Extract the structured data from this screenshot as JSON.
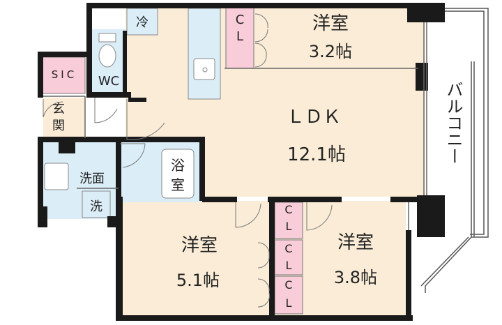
{
  "colors": {
    "wall": "#1a1a1a",
    "floor": "#faecd6",
    "wet_area": "#dbeef8",
    "closet": "#f8ccd8",
    "balcony": "#ffffff",
    "line": "#555555"
  },
  "rooms": {
    "western_top": {
      "name": "洋室",
      "size": "3.2帖"
    },
    "ldk": {
      "name": "ＬＤＫ",
      "size": "12.1帖"
    },
    "western_left": {
      "name": "洋室",
      "size": "5.1帖"
    },
    "western_right": {
      "name": "洋室",
      "size": "3.8帖"
    },
    "bath": {
      "line1": "浴",
      "line2": "室"
    },
    "wc": "WC",
    "sic": "SIC",
    "entrance": {
      "line1": "玄",
      "line2": "関"
    },
    "washroom": {
      "line1": "洗面"
    },
    "washer": "洗",
    "fridge": "冷",
    "balcony": "バルコニー"
  },
  "closets": {
    "top": {
      "line1": "C",
      "line2": "L"
    },
    "mid": {
      "line1": "C",
      "line2": "L"
    },
    "low_a": {
      "line1": "C",
      "line2": "L"
    },
    "low_b": {
      "line1": "C",
      "line2": "L"
    }
  }
}
